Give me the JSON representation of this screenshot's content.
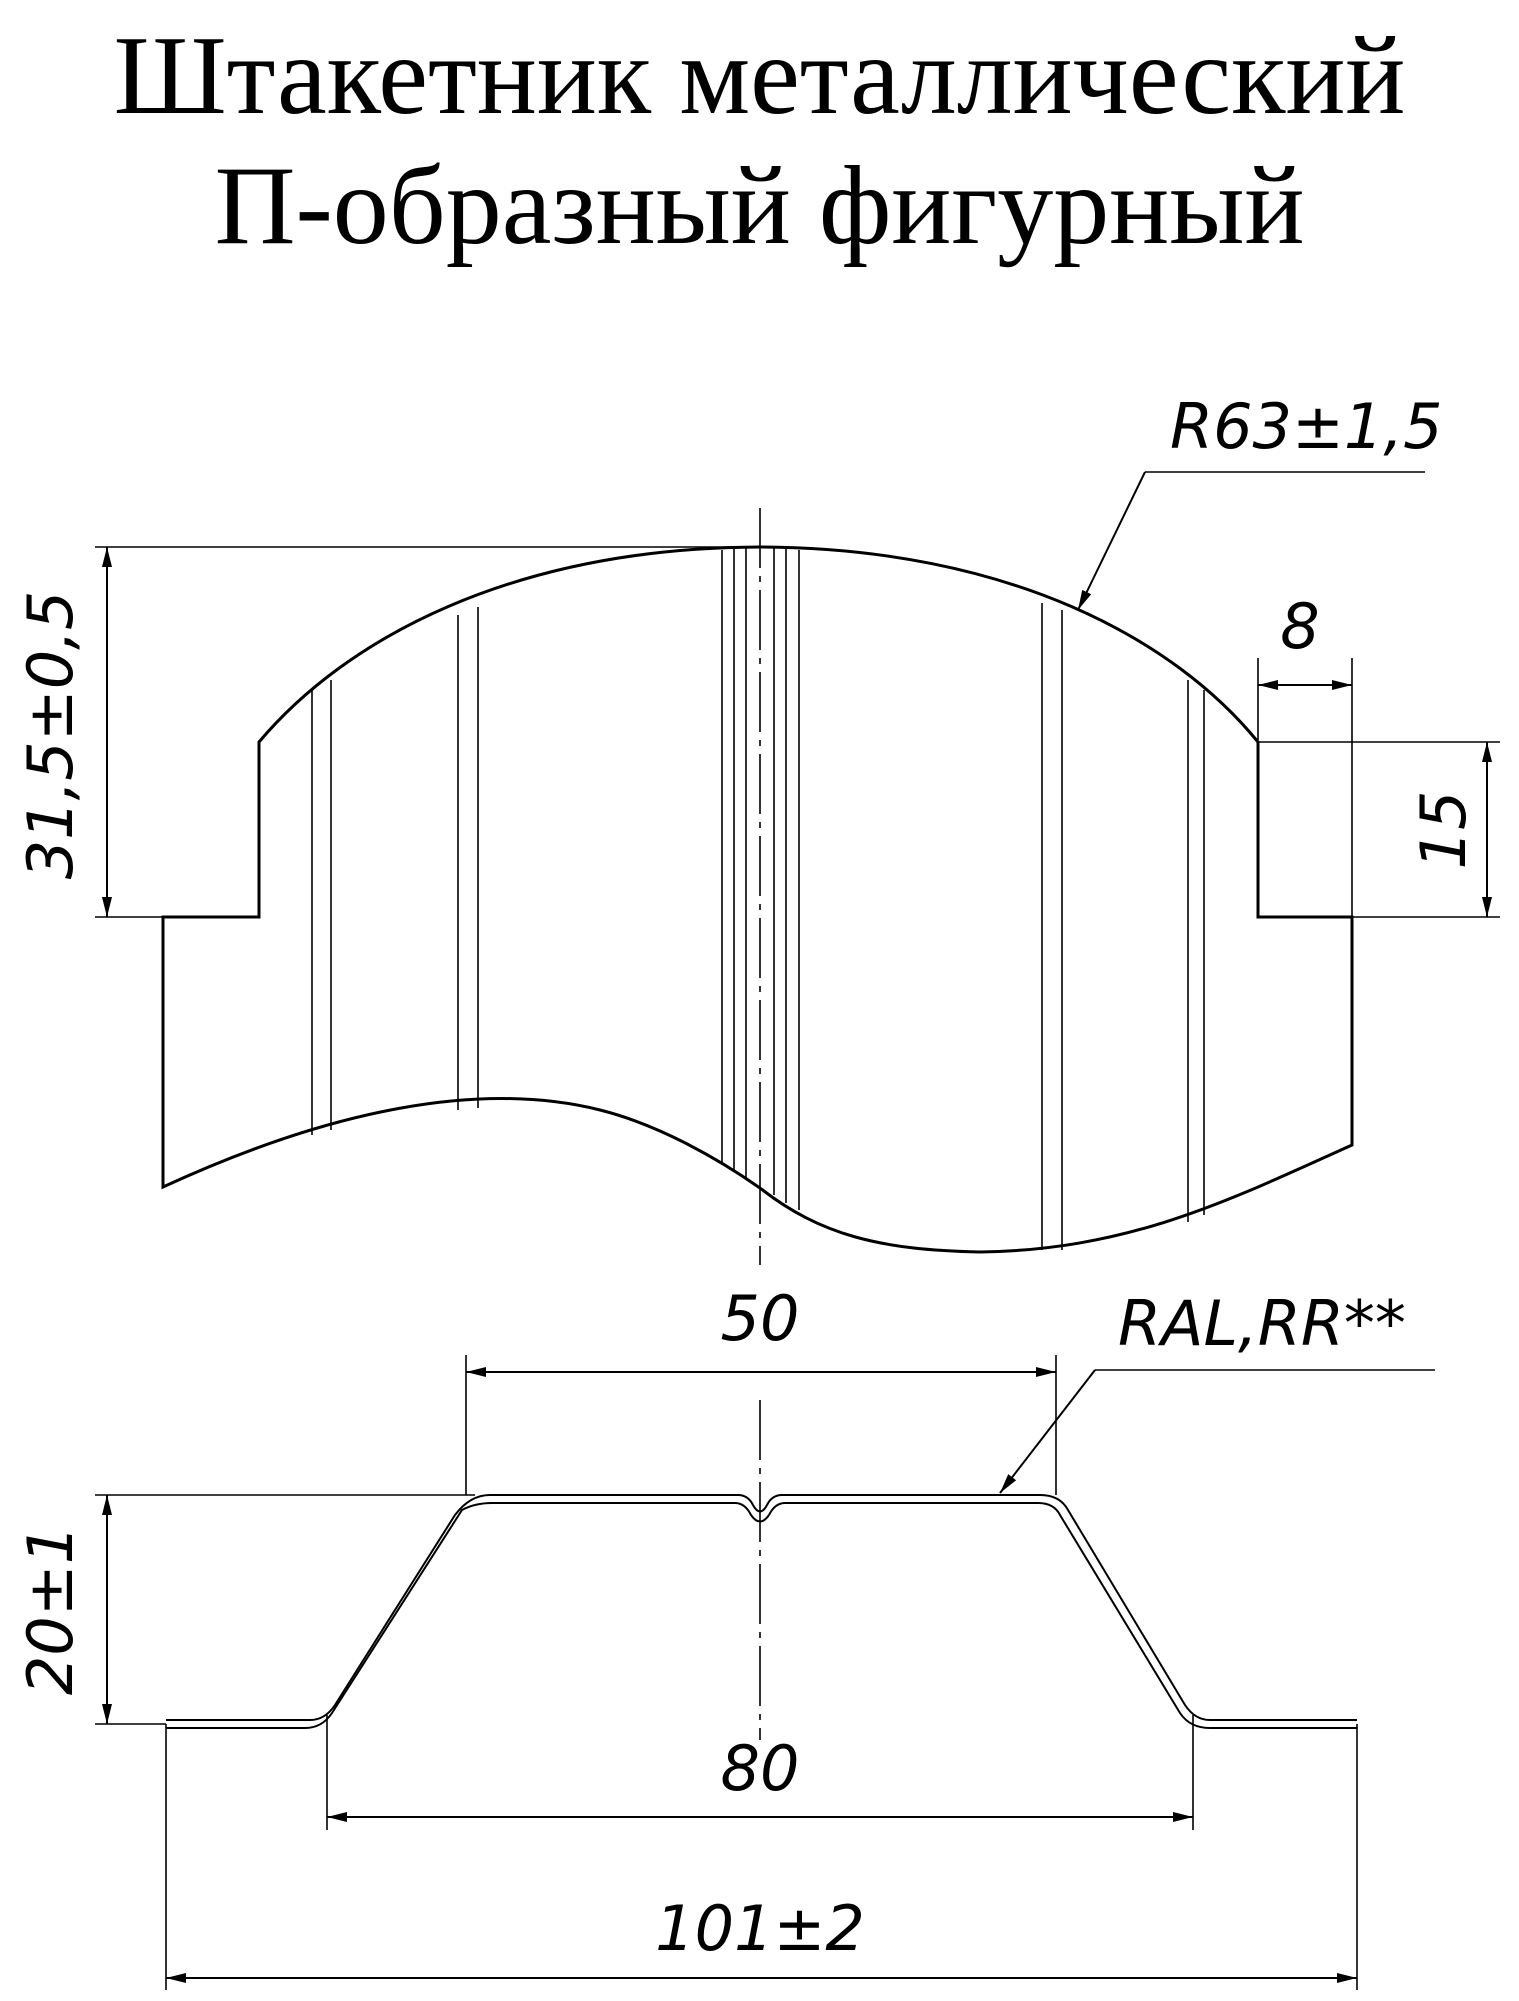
{
  "title": {
    "line1": "Штакетник металлический",
    "line2": "П-образный фигурный"
  },
  "top_view": {
    "radius_label": "R63±1,5",
    "height_label": "31,5±0,5",
    "step_width_label": "8",
    "step_height_label": "15"
  },
  "profile_view": {
    "top_width_label": "50",
    "coating_label": "RAL,RR**",
    "height_label": "20±1",
    "bottom_width_label": "80",
    "overall_width_label": "101±2"
  }
}
